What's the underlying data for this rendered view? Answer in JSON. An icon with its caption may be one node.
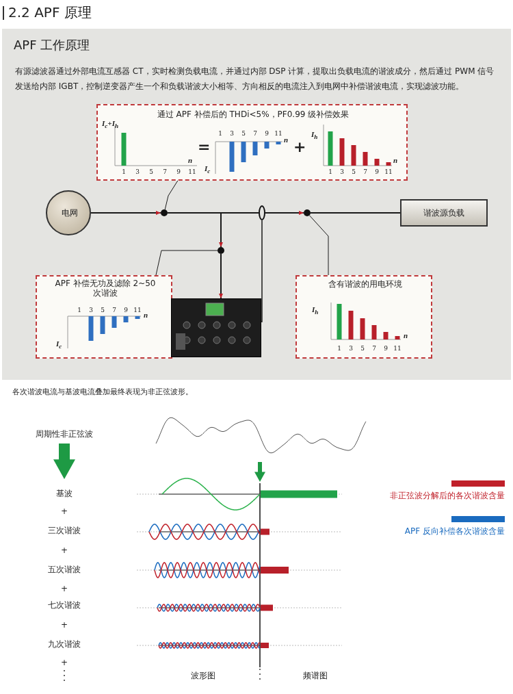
{
  "diagram": {
    "title": "2.2 APF 原理",
    "nodes": [
      {
        "text": [
          "电网"
        ]
      },
      {
        "text": [
          "谐波源负载"
        ]
      },
      {
        "text": [
          "通过 APF 补偿后的 THDi<5%，PF0.99 级补偿效果",
          "I$_{c}$+I$_{h}$",
          "n",
          "1",
          "3",
          "5",
          "7",
          "9",
          "11",
          "=",
          "1",
          "3",
          "5",
          "7",
          "9",
          "11",
          "n",
          "I$_{c}$",
          "+",
          "I$_{h}$",
          "1",
          "3",
          "5",
          "7",
          "9",
          "11",
          "n"
        ]
      },
      {
        "text": [
          "APF 补偿无功及滤除 2~50 次谐波",
          "1",
          "3",
          "5",
          "7",
          "9",
          "11",
          "n",
          "I$_{c}$"
        ]
      },
      {
        "text": [
          "含有谐波的用电环境",
          "I$_{h}$",
          "1",
          "3",
          "5",
          "7",
          "9",
          "11",
          "n"
        ]
      },
      {
        "text": [],
        "shape": "picture"
      },
      {
        "text": [],
        "shape": "circle"
      },
      {
        "text": [],
        "shape": "circle"
      },
      {
        "text": [],
        "shape": "circle"
      },
      {
        "text": [],
        "shape": "circle"
      }
    ],
    "edges": [
      {
        "from": 0,
        "to": 6,
        "arrow": "to"
      },
      {
        "from": 6,
        "to": 7,
        "arrow": "none"
      },
      {
        "from": 7,
        "to": 8,
        "arrow": "to"
      },
      {
        "from": 8,
        "to": 1,
        "arrow": "none"
      },
      {
        "from": null,
        "to": 9,
        "arrow": "to"
      },
      {
        "from": 9,
        "to": 5,
        "arrow": "to"
      },
      {
        "from": 7,
        "to": 5,
        "arrow": "none"
      },
      {
        "from": 2,
        "to": 6,
        "arrow": "none"
      },
      {
        "from": 3,
        "to": 9,
        "arrow": "none"
      },
      {
        "from": 4,
        "to": 8,
        "arrow": "none"
      }
    ],
    "labels": [
      "APF 工作原理",
      "有源滤波器通过外部电流互感器 CT，实时检测负载电流，并通过内部 DSP 计算，提取出负载电流的谐波成分，然后通过 PWM 信号发送给内部 IGBT，控制逆变器产生一个和负载谐波大小相等、方向相反的电流注入到电网中补偿谐波电流，实现滤波功能。",
      "各次谐波电流与基波电流叠加最终表现为非正弦波形。",
      "周期性非正弦波",
      "基波",
      "+",
      "三次谐波",
      "+",
      "五次谐波",
      "+",
      "七次谐波",
      "+",
      "九次谐波",
      "+",
      "波形图",
      "频谱图"
    ],
    "legend": [
      {
        "text": "非正弦波分解后的各次谐波含量",
        "color": "#c0202a"
      },
      {
        "text": "APF 反向补偿各次谐波含量",
        "color": "#1a6bbf"
      }
    ]
  }
}
